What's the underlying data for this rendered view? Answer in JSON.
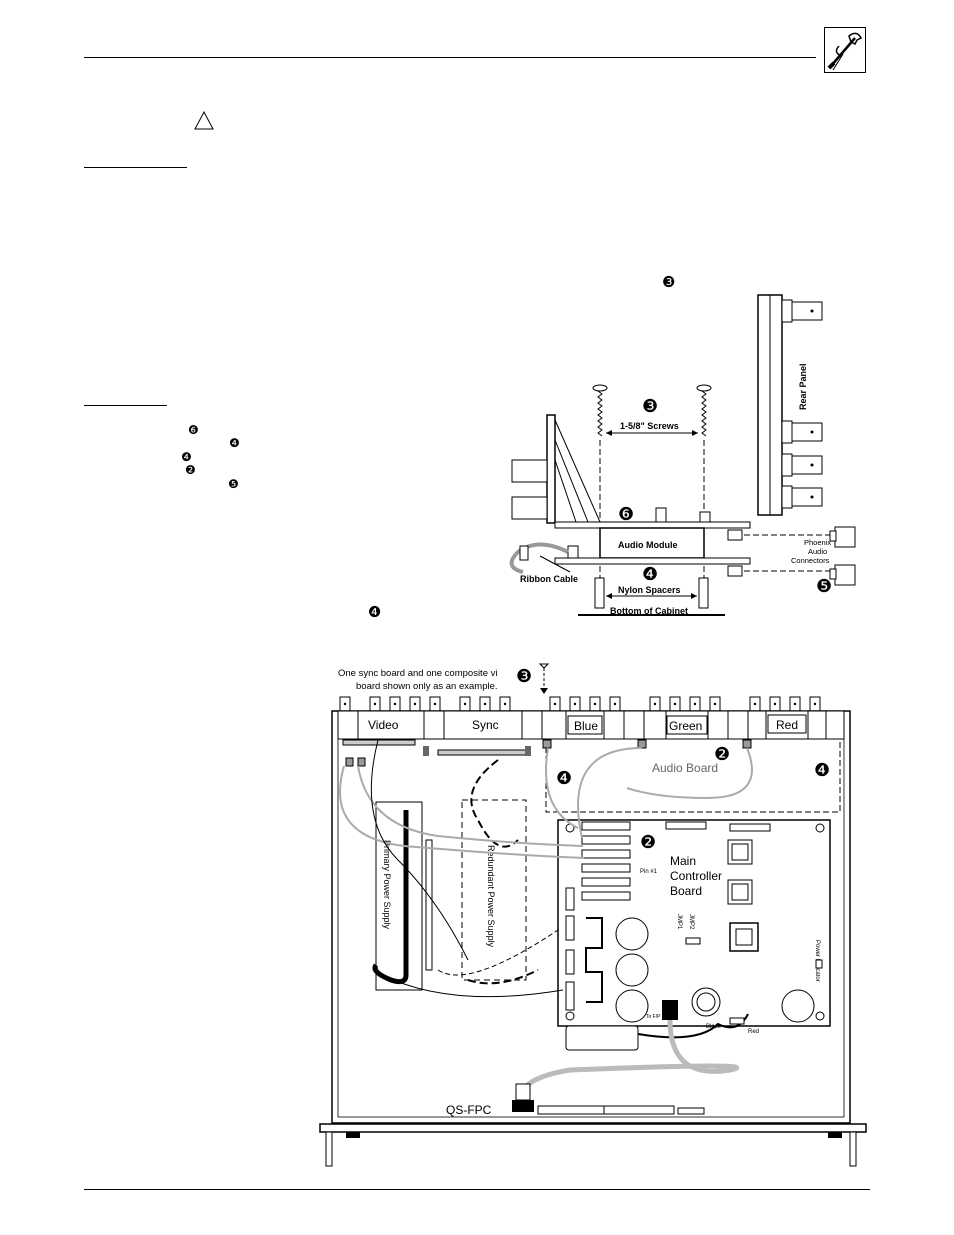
{
  "header": {
    "tool_icon": "screwdriver-wrench-icon",
    "warning_icon": "warning-triangle-icon"
  },
  "callouts": {
    "c2": "❷",
    "c3": "❸",
    "c4": "❹",
    "c5": "❺",
    "c6": "❻"
  },
  "figure1": {
    "rear_panel": "Rear Panel",
    "screws": "1-5/8\" Screws",
    "audio_module": "Audio Module",
    "nylon_spacers": "Nylon Spacers",
    "ribbon_cable": "Ribbon Cable",
    "bottom_of_cabinet": "Bottom of Cabinet",
    "phoenix_line1": "Phoenix",
    "phoenix_line2": "Audio",
    "phoenix_line3": "Connectors"
  },
  "figure2": {
    "note_line1": "One sync board and one composite vi",
    "note_line2": "board shown only as an example.",
    "slot_video": "Video",
    "slot_sync": "Sync",
    "slot_blue": "Blue",
    "slot_green": "Green",
    "slot_red": "Red",
    "audio_board": "Audio Board",
    "main_controller_1": "Main",
    "main_controller_2": "Controller",
    "main_controller_3": "Board",
    "primary_power_supply": "Primary Power Supply",
    "redundant_power_supply": "Redundant Power Supply",
    "pin1": "Pin #1",
    "jmp1": "JMP1",
    "jmp2": "JMP2",
    "power_indicator": "Power Indicator",
    "black": "Black",
    "red": "Red",
    "fpc_conn": "To F/P Conn.",
    "qs_fpc": "QS-FPC"
  }
}
